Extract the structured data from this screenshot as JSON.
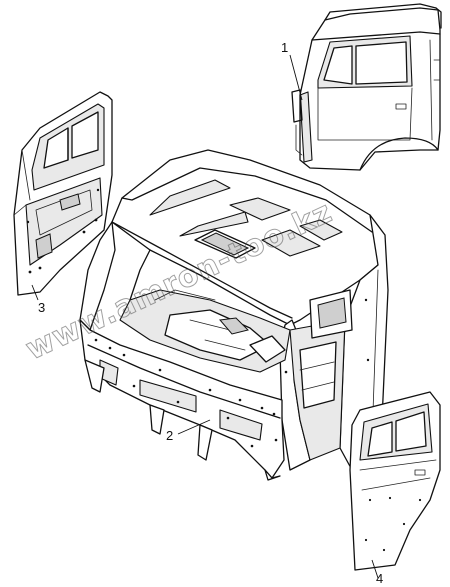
{
  "callouts": [
    {
      "label": "1",
      "part": "cab-rear-view"
    },
    {
      "label": "2",
      "part": "cab-frame"
    },
    {
      "label": "3",
      "part": "left-door"
    },
    {
      "label": "4",
      "part": "right-door"
    }
  ],
  "watermark": "www.amron-too.kz"
}
